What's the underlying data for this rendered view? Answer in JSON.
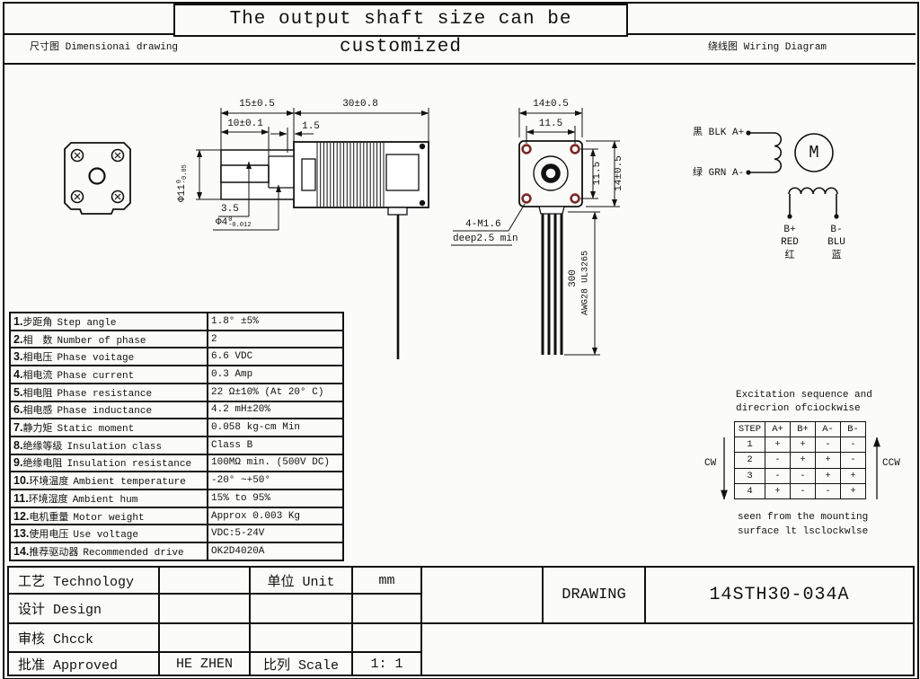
{
  "title": "The output shaft size can be customized",
  "header": {
    "left": "尺寸图 Dimensionai drawing",
    "right": "绕线图 Wiring Diagram"
  },
  "side_view": {
    "dim_15": "15±0.5",
    "dim_30": "30±0.8",
    "dim_10": "10±0.1",
    "dim_1_5": "1.5",
    "dim_3_5": "3.5",
    "phi4_label": "Φ4",
    "phi4_tol_top": "0",
    "phi4_tol_bot": "-0.012",
    "phi11_label": "Φ11",
    "phi11_tol_top": "0",
    "phi11_tol_bot": "-0.05"
  },
  "face_view": {
    "dim_width": "14±0.5",
    "dim_hole_spacing_h": "11.5",
    "dim_hole_spacing_v": "11.5",
    "dim_height": "14±0.5",
    "thread_note_1": "4-M1.6",
    "thread_note_2": "deep2.5 min",
    "wire_length": "300",
    "wire_spec": "AWG28 UL3265"
  },
  "wiring": {
    "motor_label": "M",
    "a_plus": "黑 BLK A+",
    "a_minus": "绿 GRN A-",
    "b_plus": "B+",
    "b_plus_color": "RED",
    "b_plus_cn": "红",
    "b_minus": "B-",
    "b_minus_color": "BLU",
    "b_minus_cn": "蓝"
  },
  "spec_table": {
    "rows": [
      {
        "num": "1.",
        "cn": "步距角",
        "en": "Step angle",
        "value": "1.8° ±5%"
      },
      {
        "num": "2.",
        "cn": "相　数",
        "en": "Number of phase",
        "value": "2"
      },
      {
        "num": "3.",
        "cn": "相电压",
        "en": "Phase voitage",
        "value": "6.6 VDC"
      },
      {
        "num": "4.",
        "cn": "相电流",
        "en": "Phase current",
        "value": "0.3 Amp"
      },
      {
        "num": "5.",
        "cn": "相电阻",
        "en": "Phase resistance",
        "value": "22 Ω±10% (At 20° C)"
      },
      {
        "num": "6.",
        "cn": "相电感",
        "en": "Phase inductance",
        "value": "4.2 mH±20%"
      },
      {
        "num": "7.",
        "cn": "静力矩",
        "en": "Static moment",
        "value": "0.058 kg-cm Min"
      },
      {
        "num": "8.",
        "cn": "绝缘等级",
        "en": "Insulation class",
        "value": "Class B"
      },
      {
        "num": "9.",
        "cn": "绝缘电阻",
        "en": "Insulation resistance",
        "value": "100MΩ min. (500V DC)"
      },
      {
        "num": "10.",
        "cn": "环境温度",
        "en": "Ambient temperature",
        "value": "-20° ~+50°"
      },
      {
        "num": "11.",
        "cn": "环境湿度",
        "en": "Ambient hum",
        "value": "15% to 95%"
      },
      {
        "num": "12.",
        "cn": "电机重量",
        "en": "Motor weight",
        "value": "Approx 0.003 Kg"
      },
      {
        "num": "13.",
        "cn": "使用电压",
        "en": "Use voltage",
        "value": "VDC:5-24V"
      },
      {
        "num": "14.",
        "cn": "推荐驱动器",
        "en": "Recommended drive",
        "value": "OK2D4020A"
      }
    ]
  },
  "excitation": {
    "title_line1": "Excitation sequence and",
    "title_line2": "direcrion ofciockwise",
    "headers": [
      "STEP",
      "A+",
      "B+",
      "A-",
      "B-"
    ],
    "rows": [
      [
        "1",
        "+",
        "+",
        "-",
        "-"
      ],
      [
        "2",
        "-",
        "+",
        "+",
        "-"
      ],
      [
        "3",
        "-",
        "-",
        "+",
        "+"
      ],
      [
        "4",
        "+",
        "-",
        "-",
        "+"
      ]
    ],
    "cw": "CW",
    "ccw": "CCW",
    "note_line1": "seen from the mounting",
    "note_line2": "surface lt lsclockwlse"
  },
  "title_block": {
    "technology_label": "工艺 Technology",
    "design_label": "设计 Design",
    "check_label": "审核 Chcck",
    "approved_label": "批准 Approved",
    "approved_value": "HE ZHEN",
    "unit_label": "单位 Unit",
    "unit_value": "mm",
    "scale_label": "比列 Scale",
    "scale_value": "1: 1",
    "drawing_label": "DRAWING",
    "part_number": "14STH30-034A"
  }
}
